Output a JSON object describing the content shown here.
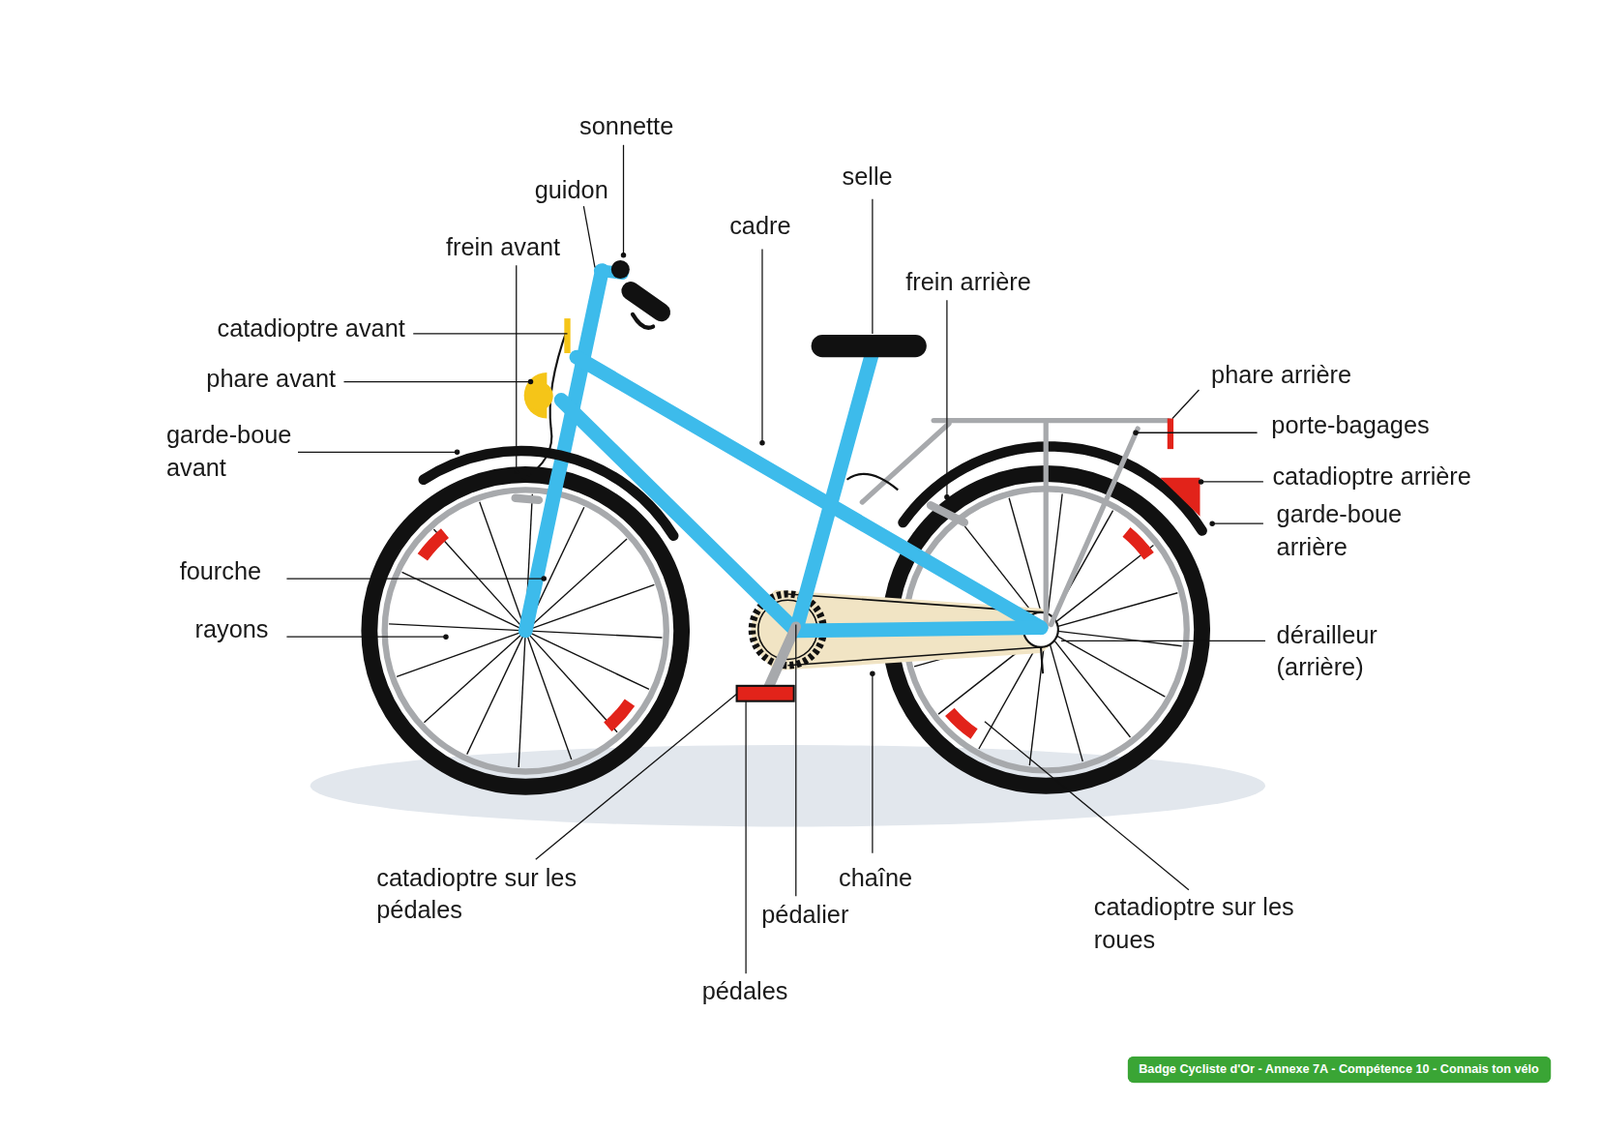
{
  "diagram": {
    "nodes": [
      {
        "text": [
          "Badge Cycliste d'Or - Annexe 7A - Compétence 10 - Connais ton vélo"
        ]
      }
    ],
    "edges": [],
    "labels": [
      "sonnette",
      "guidon",
      "frein avant",
      "catadioptre avant",
      "phare avant",
      "garde-boue avant",
      "fourche",
      "rayons",
      "cadre",
      "selle",
      "frein arrière",
      "phare arrière",
      "porte-bagages",
      "catadioptre arrière",
      "garde-boue arrière",
      "dérailleur (arrière)",
      "catadioptre sur les pédales",
      "chaîne",
      "pédalier",
      "pédales",
      "catadioptre sur les roues"
    ]
  }
}
